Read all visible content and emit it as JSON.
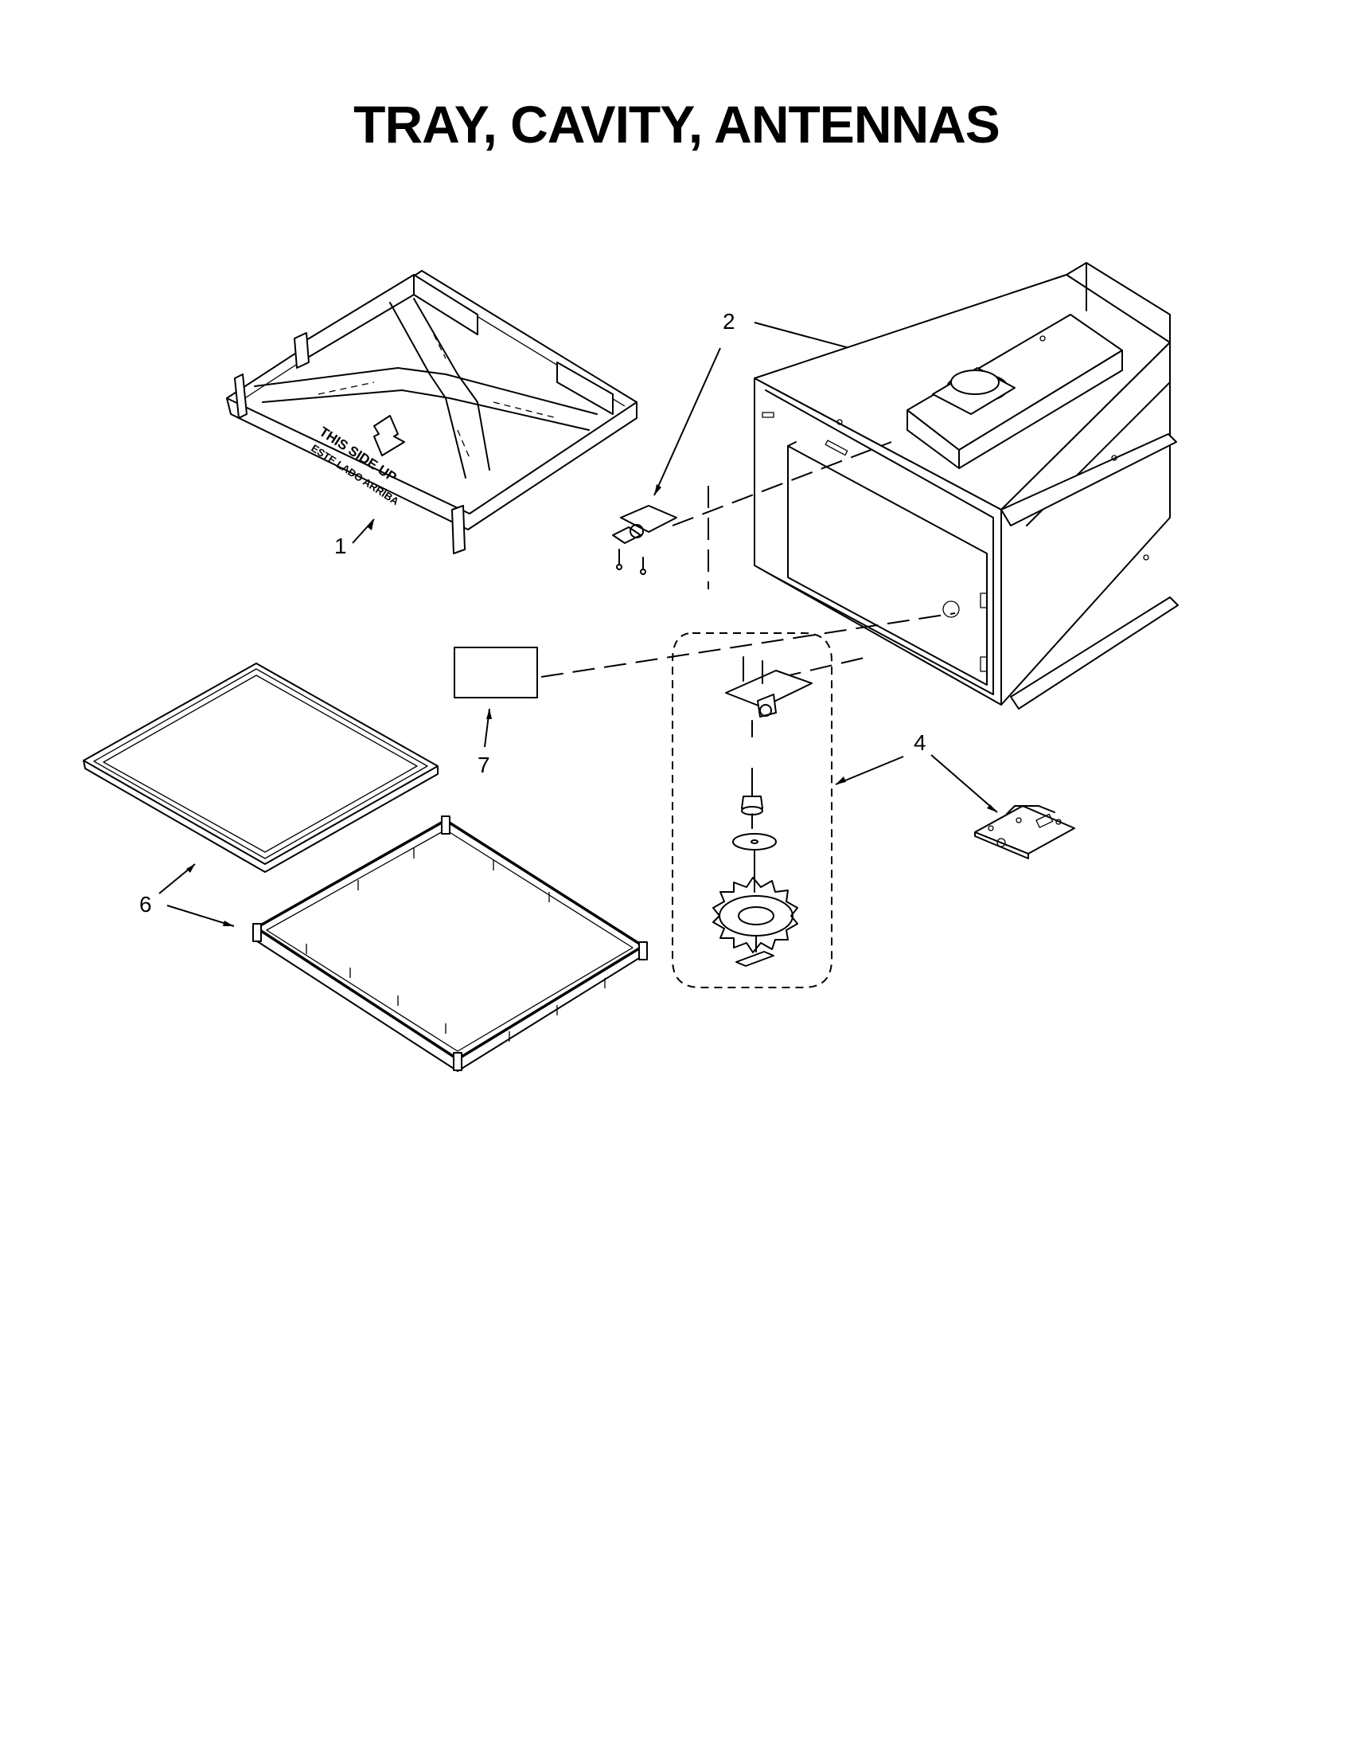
{
  "title": "TRAY, CAVITY, ANTENNAS",
  "callouts": [
    "1",
    "2",
    "4",
    "6",
    "7"
  ],
  "tray_stamp": {
    "line1": "THIS SIDE UP",
    "line2": "ESTE LADO ARRIBA"
  },
  "parts": [
    {
      "callout": "1",
      "icon": "tray-icon"
    },
    {
      "callout": "2",
      "icon": "antenna-motor-icon"
    },
    {
      "callout": "4",
      "icon": "control-board-icon"
    },
    {
      "callout": "6",
      "icon": "glass-tray-frame-icon"
    },
    {
      "callout": "7",
      "icon": "label-icon"
    }
  ]
}
